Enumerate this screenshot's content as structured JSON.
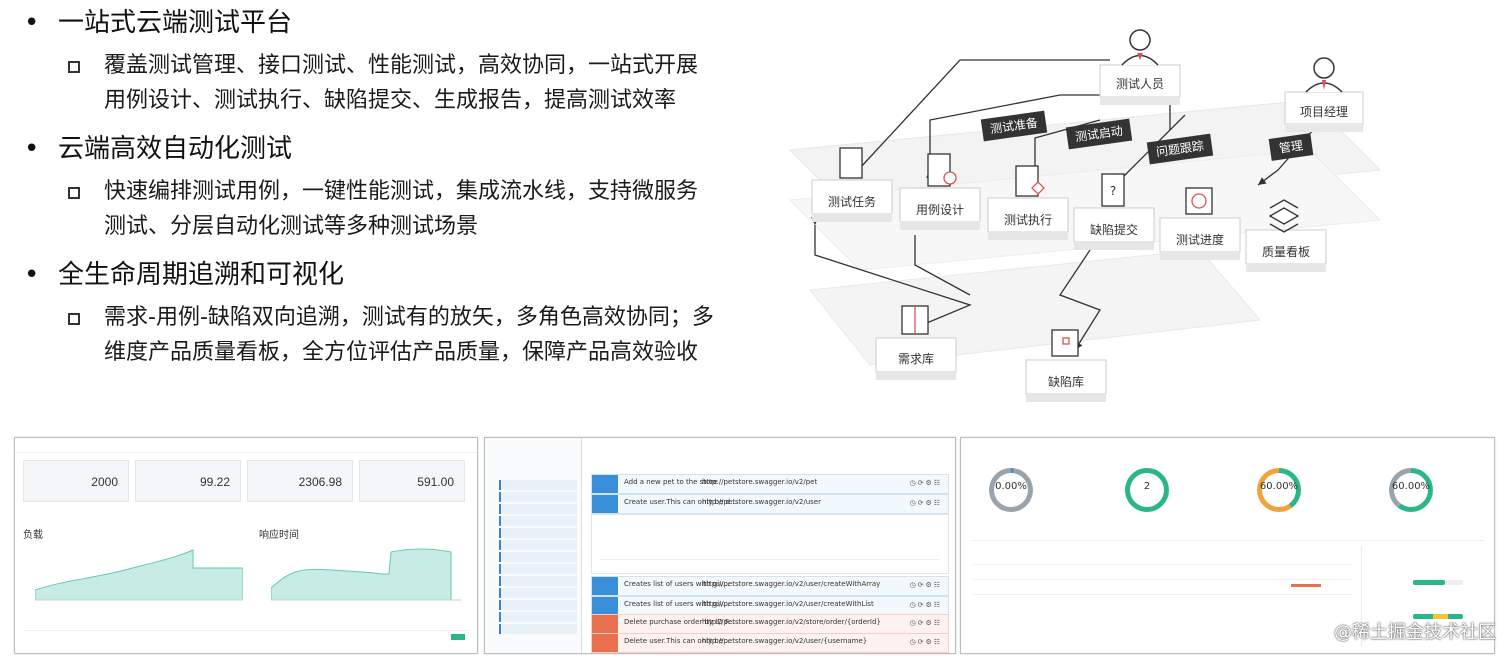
{
  "bullets": [
    {
      "heading": "一站式云端测试平台",
      "sub": [
        "覆盖测试管理、接口测试、性能测试，高效协同，一站式开展",
        "用例设计、测试执行、缺陷提交、生成报告，提高测试效率"
      ]
    },
    {
      "heading": "云端高效自动化测试",
      "sub": [
        "快速编排测试用例，一键性能测试，集成流水线，支持微服务",
        "测试、分层自动化测试等多种测试场景"
      ]
    },
    {
      "heading": "全生命周期追溯和可视化",
      "sub": [
        "需求-用例-缺陷双向追溯，测试有的放矢，多角色高效协同；多",
        "维度产品质量看板，全方位评估产品质量，保障产品高效验收"
      ]
    }
  ],
  "diagram": {
    "roles": {
      "tester": "测试人员",
      "manager": "项目经理"
    },
    "tags": {
      "prepare": "测试准备",
      "start": "测试启动",
      "track": "问题跟踪",
      "manage": "管理"
    },
    "modules": {
      "task": "测试任务",
      "design": "用例设计",
      "execute": "测试执行",
      "defect_submit": "缺陷提交",
      "progress": "测试进度",
      "quality_board": "质量看板",
      "requirements": "需求库",
      "defects": "缺陷库"
    }
  },
  "shot1": {
    "kpis": [
      "2000",
      "99.22",
      "2306.98",
      "591.00"
    ],
    "panel_left": "负载",
    "panel_right": "响应时间"
  },
  "shot2": {
    "rows": [
      {
        "text": "Add a new pet to the store",
        "url": "http://petstore.swagger.io/v2/pet",
        "method_color": "blue"
      },
      {
        "text": "Create user.This can only be d...",
        "url": "http://petstore.swagger.io/v2/user",
        "method_color": "blue"
      },
      {
        "text": "Creates list of users with giv...",
        "url": "http://petstore.swagger.io/v2/user/createWithArray",
        "method_color": "blue"
      },
      {
        "text": "Creates list of users with giv...",
        "url": "http://petstore.swagger.io/v2/user/createWithList",
        "method_color": "blue"
      },
      {
        "text": "Delete purchase order by ID F...",
        "url": "http://petstore.swagger.io/v2/store/order/{orderId}",
        "method_color": "red"
      },
      {
        "text": "Delete user.This can only be ...",
        "url": "http://petstore.swagger.io/v2/user/{username}",
        "method_color": "red"
      }
    ]
  },
  "shot3": {
    "rings": [
      "0.00%",
      "2",
      "60.00%",
      "60.00%"
    ]
  },
  "watermark": "@稀土掘金技术社区",
  "colors": {
    "accent_blue": "#3a8fd9",
    "accent_red": "#e8704f",
    "ring_green": "#2bb58a",
    "ring_orange": "#f2a23a",
    "ring_gray": "#9aa3ab"
  }
}
